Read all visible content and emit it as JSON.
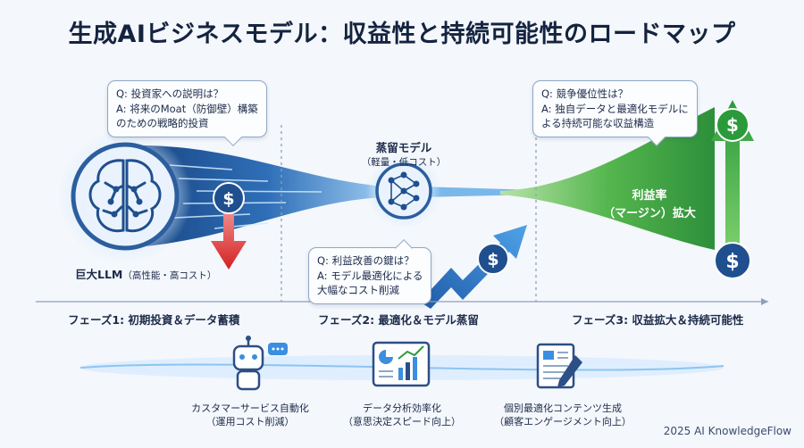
{
  "title": "生成AIビジネスモデル：収益性と持続可能性のロードマップ",
  "bubbles": {
    "investor": {
      "line1": "Q: 投資家への説明は？",
      "line2": "A: 将来のMoat（防御壁）構築",
      "line3": "のための戦略的投資"
    },
    "profit": {
      "line1": "Q: 利益改善の鍵は？",
      "line2": "A: モデル最適化による",
      "line3": "大幅なコスト削減"
    },
    "competitive": {
      "line1": "Q: 競争優位性は？",
      "line2": "A: 独自データと最適化モデルに",
      "line3": "よる持続可能な収益構造"
    }
  },
  "labels": {
    "distilled_model": "蒸留モデル",
    "distilled_model_sub": "（軽量・低コスト）",
    "large_llm": "巨大LLM",
    "large_llm_sub": "（高性能・高コスト）",
    "margin_line1": "利益率",
    "margin_line2": "（マージン）拡大"
  },
  "phases": [
    "フェーズ1: 初期投資＆データ蓄積",
    "フェーズ2: 最適化＆モデル蒸留",
    "フェーズ3: 収益拡大＆持続可能性"
  ],
  "bottom": [
    {
      "line1": "カスタマーサービス自動化",
      "line2": "（運用コスト削減）",
      "icon": "robot-chat-icon"
    },
    {
      "line1": "データ分析効率化",
      "line2": "（意思決定スピード向上）",
      "icon": "analytics-dashboard-icon"
    },
    {
      "line1": "個別最適化コンテンツ生成",
      "line2": "（顧客エンゲージメント向上）",
      "icon": "document-pen-icon"
    }
  ],
  "dollar_symbol": "$",
  "footer": "2025 AI KnowledgeFlow",
  "colors": {
    "cost_red": "#e03a3a",
    "profit_green": "#3aa346",
    "flow_blue": "#2f6fb8",
    "dark_navy": "#14233f"
  }
}
